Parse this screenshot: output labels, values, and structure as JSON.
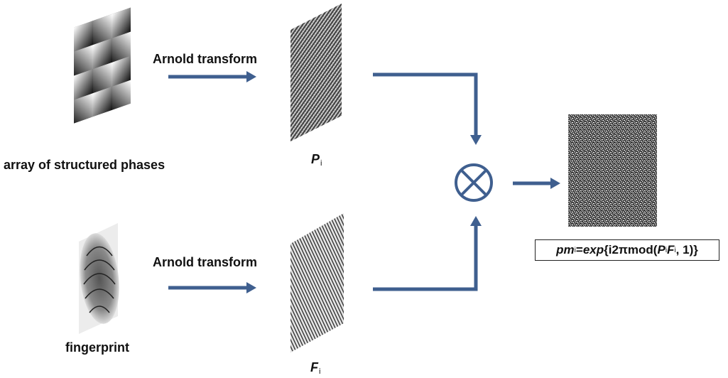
{
  "top_row": {
    "input_caption": "array of structured phases",
    "transform_label": "Arnold transform",
    "output_symbol": "P",
    "output_subscript": "i"
  },
  "bottom_row": {
    "input_caption": "fingerprint",
    "transform_label": "Arnold transform",
    "output_symbol": "F",
    "output_subscript": "i"
  },
  "operator": {
    "symbol": "otimes",
    "meaning": "multiplication"
  },
  "result": {
    "formula_parts": [
      "pm",
      "i",
      "=",
      "exp",
      "{i2πmod(",
      "P",
      "i",
      " ",
      "F",
      "i",
      ", 1)}"
    ]
  },
  "colors": {
    "arrow": "#3f5f8f",
    "text": "#111111"
  }
}
